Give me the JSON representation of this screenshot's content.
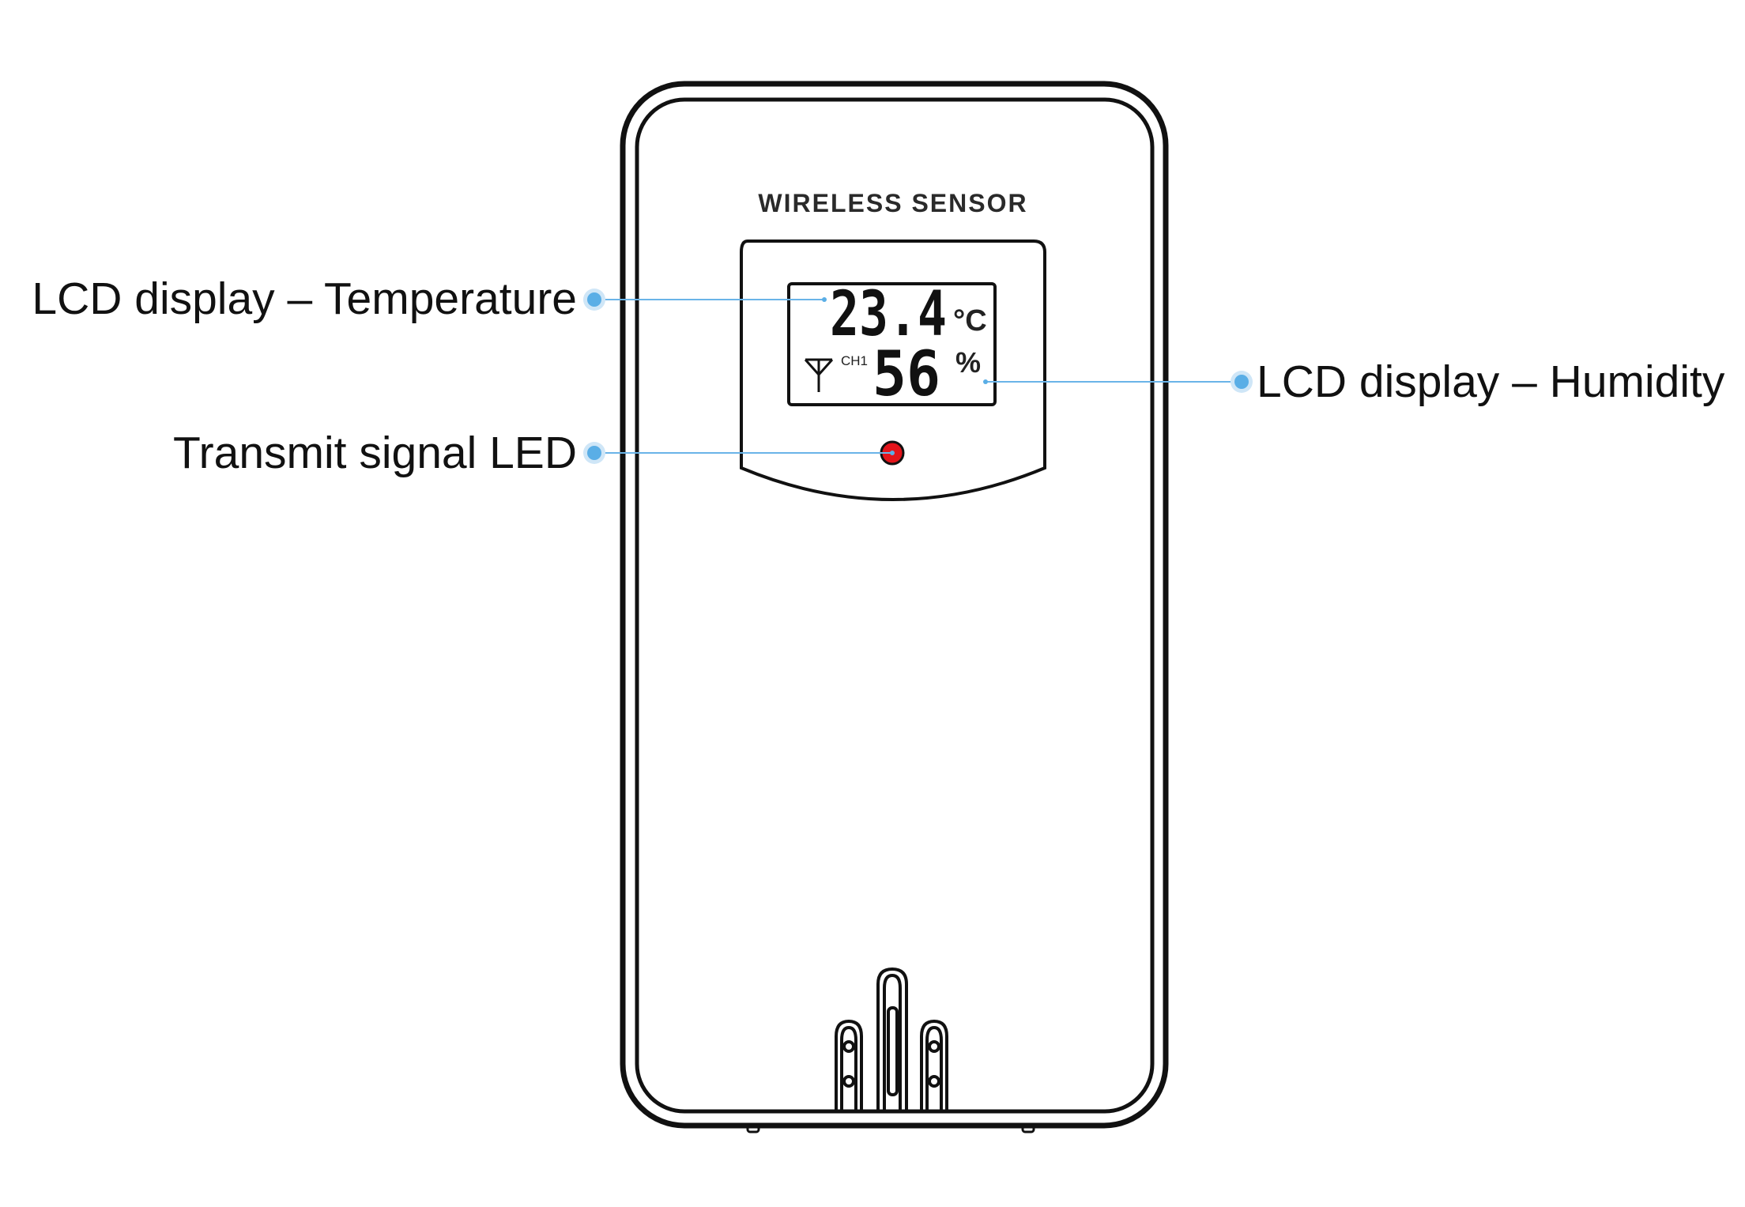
{
  "device": {
    "title": "WIRELESS SENSOR",
    "temperature": "23.4",
    "temperature_unit": "°C",
    "humidity": "56",
    "humidity_unit": "%",
    "channel": "CH1"
  },
  "callouts": {
    "temperature_label": "LCD display – Temperature",
    "humidity_label": "LCD display – Humidity",
    "led_label": "Transmit signal LED"
  },
  "colors": {
    "callout_line": "#6ab4e8",
    "callout_dot": "#5aaee6",
    "led": "#e3141b",
    "outline": "#111111"
  }
}
